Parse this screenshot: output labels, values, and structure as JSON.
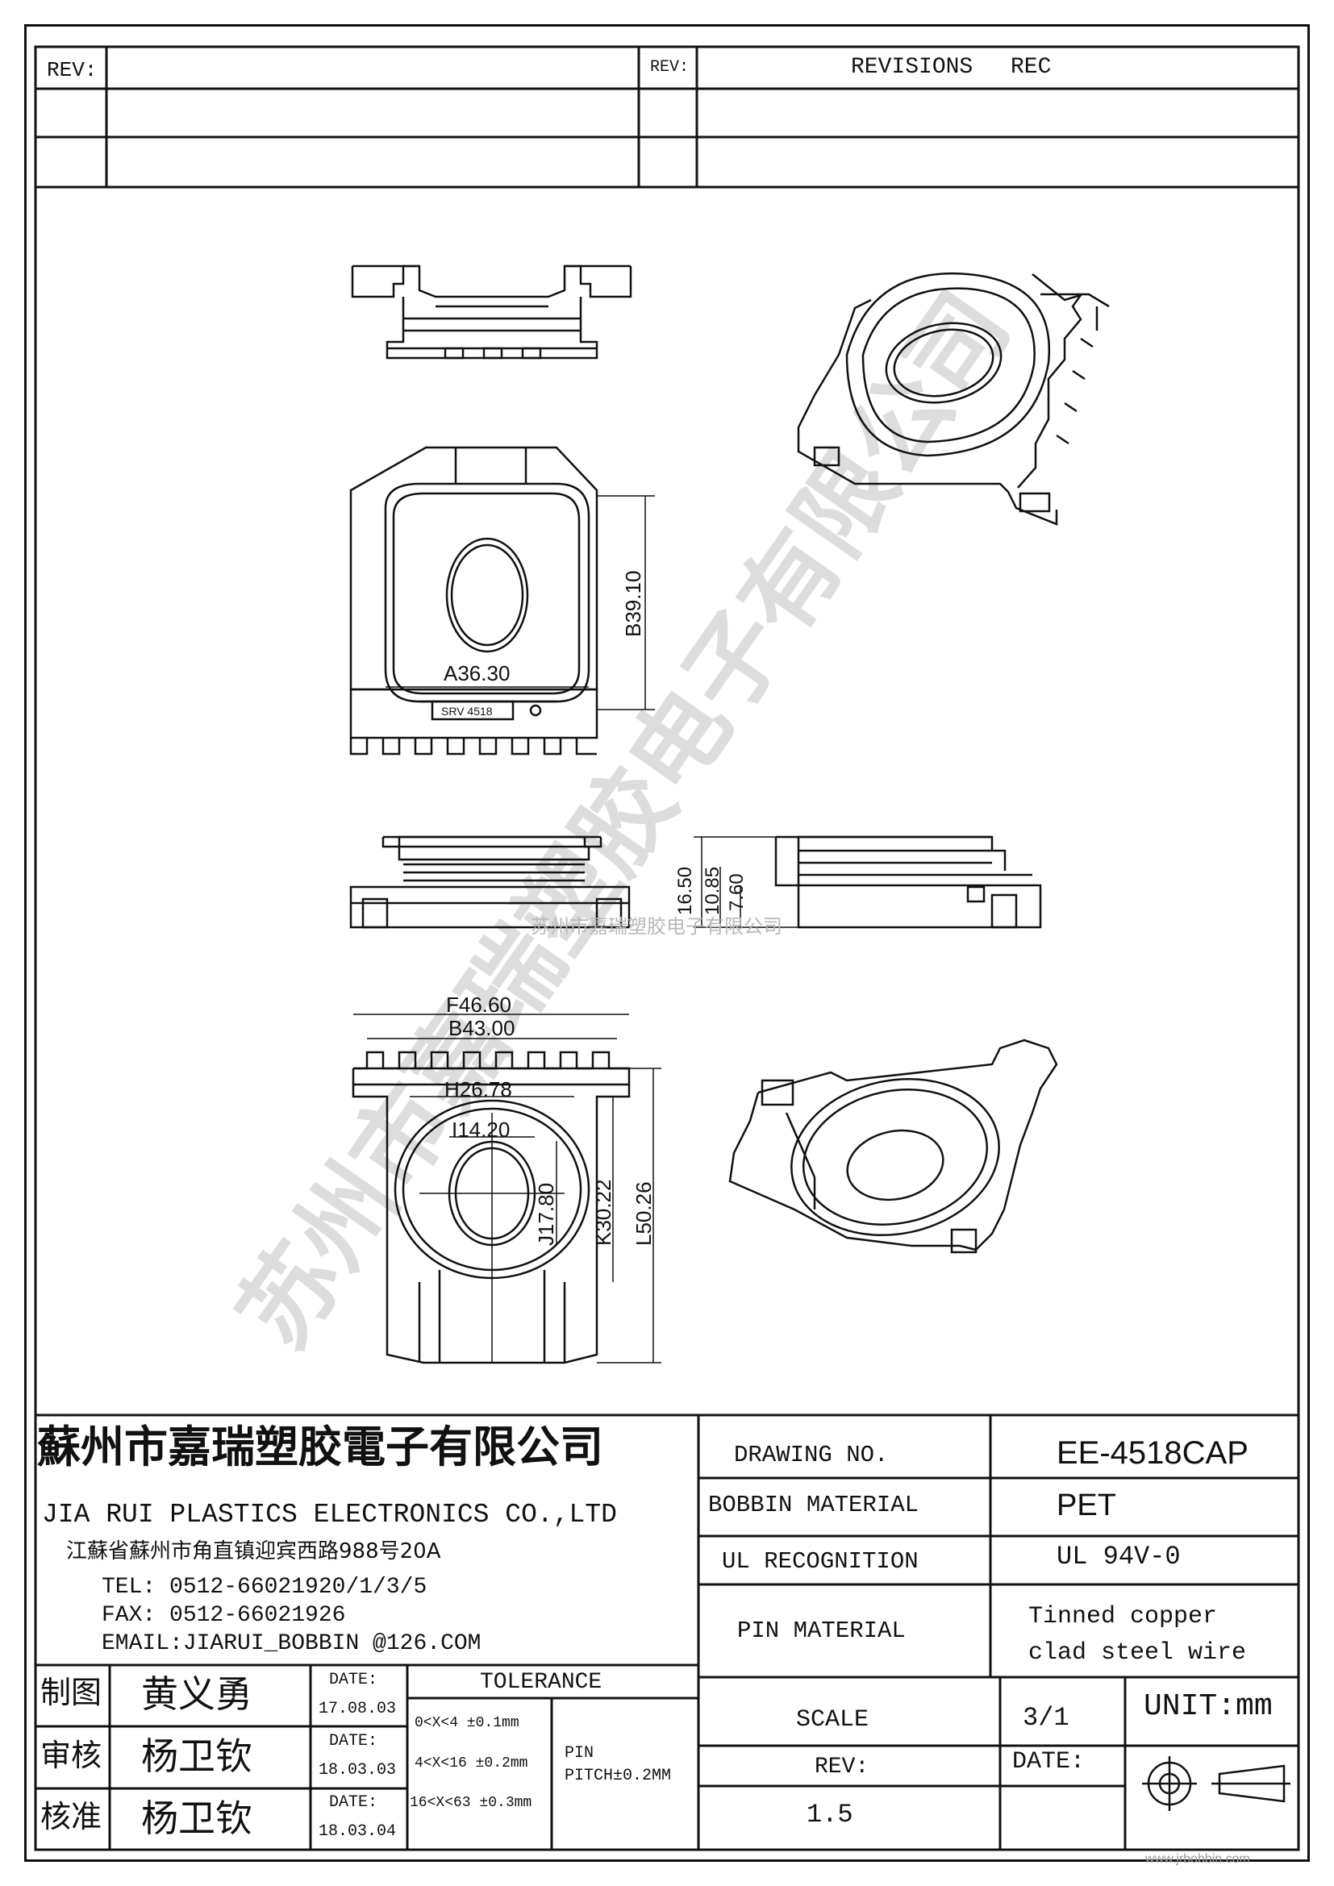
{
  "revision_block": {
    "rev_left": "REV:",
    "rev_right": "REV:",
    "revisions": "REVISIONS",
    "rec": "REC"
  },
  "dimensions": {
    "d_3630": "A36.30",
    "d_3910": "B39.10",
    "d_1650": "16.50",
    "d_1085": "10.85",
    "d_760": "7.60",
    "d_4660": "F46.60",
    "d_4300": "B43.00",
    "d_2678": "H26.78",
    "d_1420": "I14.20",
    "d_1780": "J17.80",
    "d_3022": "K30.22",
    "d_5026": "L50.26",
    "marking": "SRV 4518"
  },
  "watermark_center": "苏州市嘉瑞塑胶电子有限公司",
  "title_block": {
    "company_cn": "蘇州市嘉瑞塑胶電子有限公司",
    "company_en": "JIA RUI PLASTICS ELECTRONICS CO.,LTD",
    "address": "江蘇省蘇州市角直镇迎宾西路988号20A",
    "tel": "TEL: 0512-66021920/1/3/5",
    "fax": "FAX: 0512-66021926",
    "email": "EMAIL:JIARUI_BOBBIN @126.COM",
    "drawing_no_label": "DRAWING  NO.",
    "drawing_no_value": "EE-4518CAP",
    "bobbin_material_label": "BOBBIN  MATERIAL",
    "bobbin_material_value": "PET",
    "ul_label": "UL RECOGNITION",
    "ul_value": "UL 94V-0",
    "pin_material_label": "PIN MATERIAL",
    "pin_material_value_1": "Tinned copper",
    "pin_material_value_2": "clad steel wire",
    "scale_label": "SCALE",
    "scale_value": "3/1",
    "rev_label": "REV:",
    "rev_value": "1.5",
    "date_label": "DATE:",
    "unit": "UNIT:mm",
    "tolerance_label": "TOLERANCE",
    "tol_1": "0<X<4  ±0.1mm",
    "tol_2": "4<X<16 ±0.2mm",
    "tol_3": "16<X<63 ±0.3mm",
    "pin_label": "PIN",
    "pitch": "PITCH±0.2MM",
    "role_draw": "制图",
    "role_check": "审核",
    "role_approve": "核准",
    "name_draw": "黄义勇",
    "name_check": "杨卫钦",
    "name_approve": "杨卫钦",
    "date_head_1": "DATE:",
    "date_head_2": "DATE:",
    "date_head_3": "DATE:",
    "date_1": "17.08.03",
    "date_2": "18.03.03",
    "date_3": "18.03.04"
  },
  "footer_url": "www.jrbobbin.com"
}
